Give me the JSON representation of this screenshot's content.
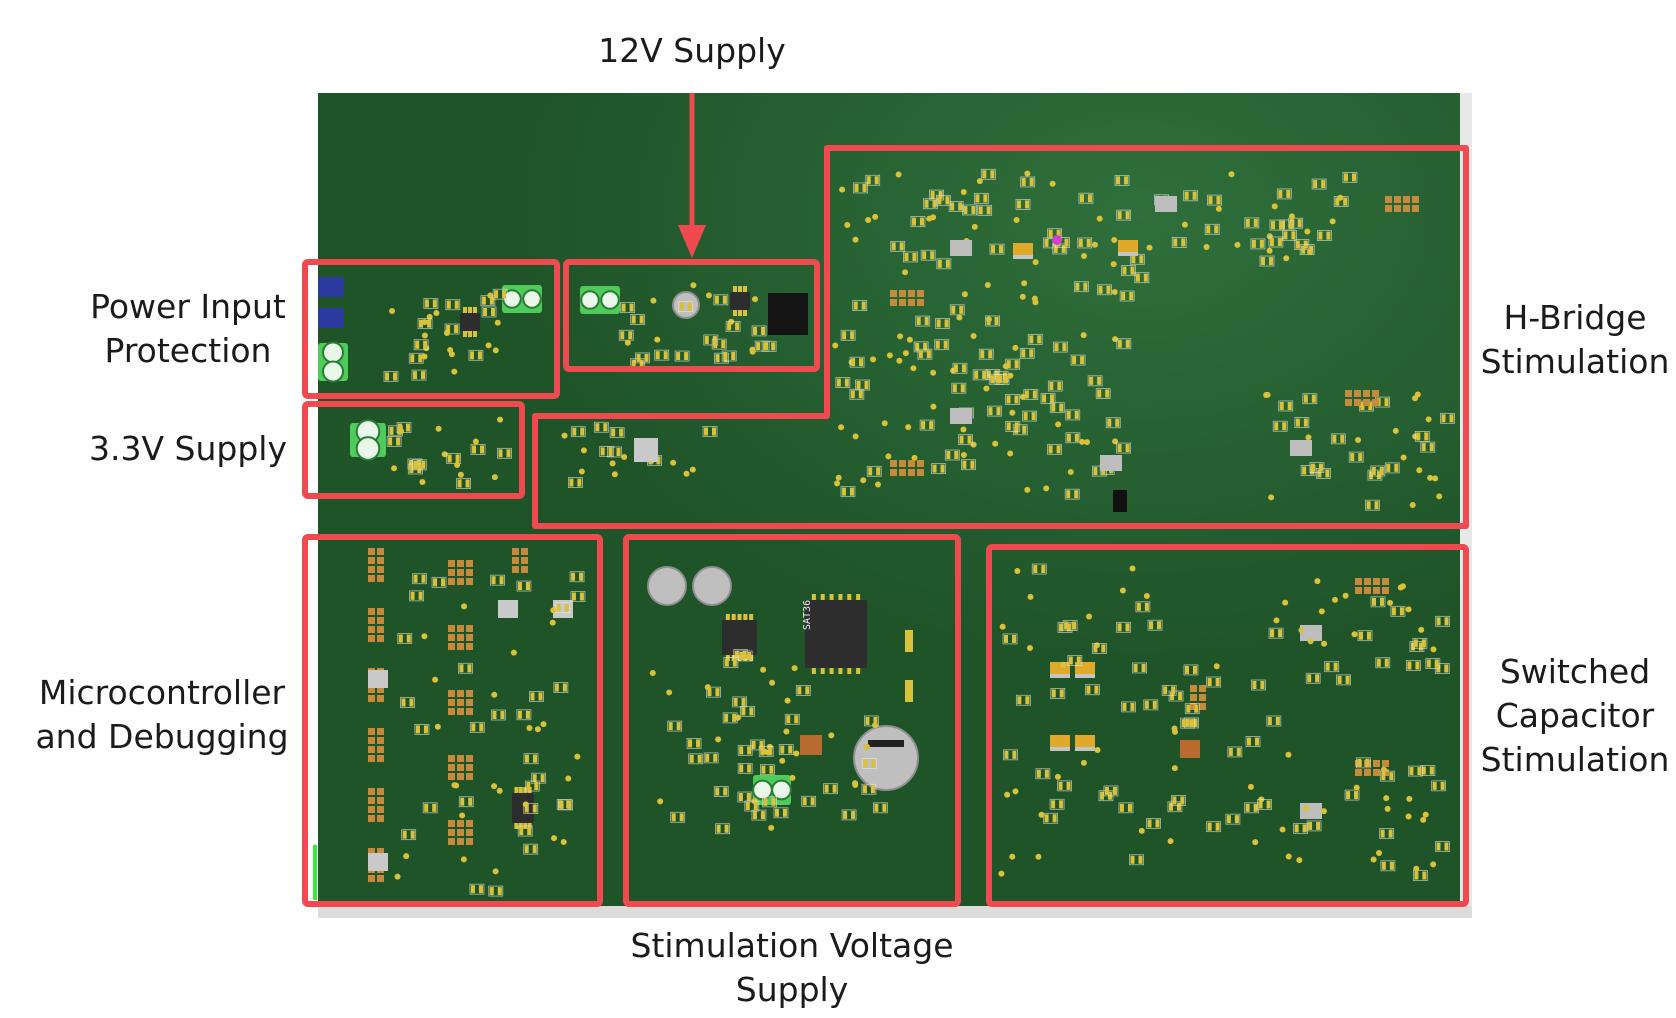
{
  "labels": {
    "supply_12v": "12V Supply",
    "power_input": [
      "Power Input",
      "Protection"
    ],
    "supply_3v3": "3.3V Supply",
    "h_bridge": [
      "H-Bridge",
      "Stimulation"
    ],
    "microcontroller": [
      "Microcontroller",
      "and Debugging"
    ],
    "stim_voltage": [
      "Stimulation Voltage",
      "Supply"
    ],
    "switched_cap": [
      "Switched",
      "Capacitor",
      "Stimulation"
    ]
  },
  "silkscreen": {
    "ic_marking": "SAT36"
  },
  "colors": {
    "board": "#1f5429",
    "board_light": "#2b6a37",
    "region_outline": "#f0494f",
    "arrow": "#f0494f",
    "pad": "#d9c23a",
    "terminal": "#4ecb5a",
    "jack": "#2b3a9e",
    "ic_body": "#2d2d2d",
    "silk": "#e9e9e9"
  }
}
